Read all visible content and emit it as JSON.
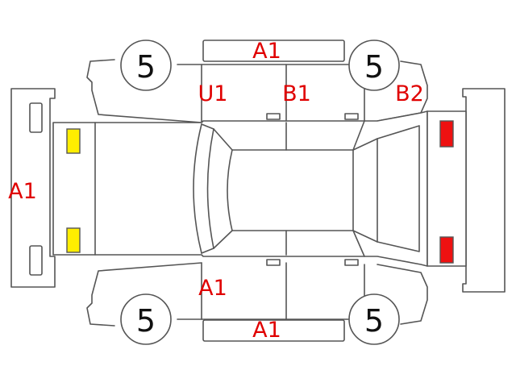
{
  "colors": {
    "outline": "#555555",
    "damage_code": "#e00000",
    "front_lamp": "#ffee00",
    "rear_lamp": "#ee1111",
    "background": "#ffffff"
  },
  "tires": {
    "front_left": "5",
    "rear_left": "5",
    "front_right": "5",
    "rear_right": "5"
  },
  "codes": {
    "roof_top_bumper_strip": "A1",
    "front_bumper": "A1",
    "left_front_door": "U1",
    "left_rear_door": "B1",
    "left_rear_quarter": "B2",
    "right_front_door": "A1",
    "bottom_bumper_strip": "A1"
  }
}
